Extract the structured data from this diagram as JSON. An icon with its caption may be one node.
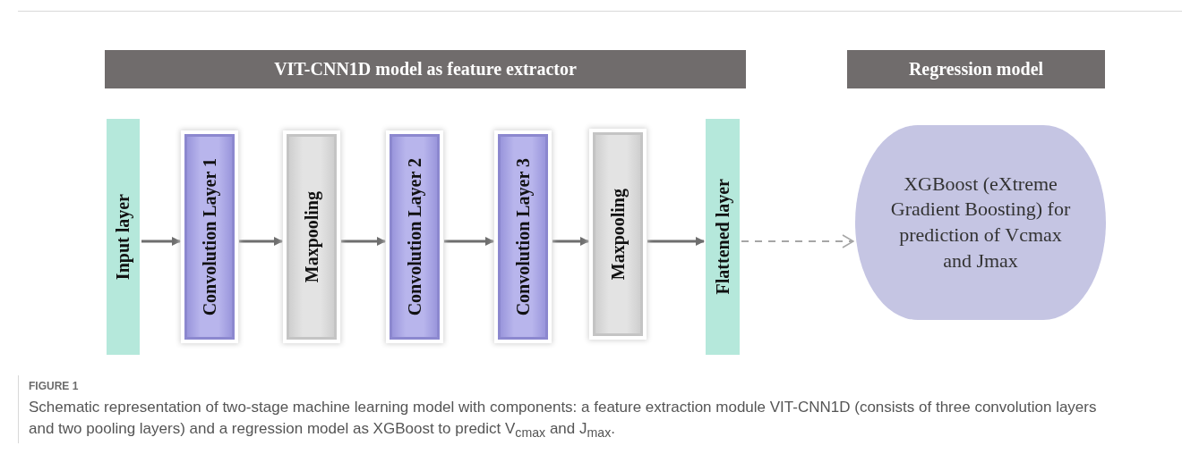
{
  "diagram": {
    "caption": "Schematic representation of two-stage machine learning model with components: a feature extraction module VIT-CNN1D (consists of three convolution layers and two pooling layers) and a regression model as XGBoost to predict V$_{cmax}$ and J$_{max}$.",
    "nodes": [
      {
        "text": [
          "VIT-CNN1D model as feature extractor"
        ]
      },
      {
        "text": [
          "Regression model"
        ]
      },
      {
        "text": [
          "Input layer"
        ]
      },
      {
        "text": [
          "Convolution Layer 1"
        ]
      },
      {
        "text": [
          "Maxpooling"
        ]
      },
      {
        "text": [
          "Convolution Layer 2"
        ]
      },
      {
        "text": [
          "Convolution Layer 3"
        ]
      },
      {
        "text": [
          "Maxpooling"
        ]
      },
      {
        "text": [
          "Flattened layer"
        ]
      },
      {
        "text": [
          "XGBoost (eXtreme Gradient Boosting) for prediction of Vcmax and Jmax"
        ]
      }
    ],
    "edges": [
      {
        "from": 2,
        "to": 3,
        "arrow": "to"
      },
      {
        "from": 3,
        "to": 4,
        "arrow": "to"
      },
      {
        "from": 4,
        "to": 5,
        "arrow": "to"
      },
      {
        "from": 5,
        "to": 6,
        "arrow": "to"
      },
      {
        "from": 6,
        "to": 7,
        "arrow": "to"
      },
      {
        "from": 7,
        "to": 8,
        "arrow": "to"
      },
      {
        "from": 8,
        "to": 9,
        "arrow": "to",
        "style": "dashed",
        "color": "#a6a6a6"
      }
    ],
    "labels": [
      "FIGURE 1"
    ]
  }
}
